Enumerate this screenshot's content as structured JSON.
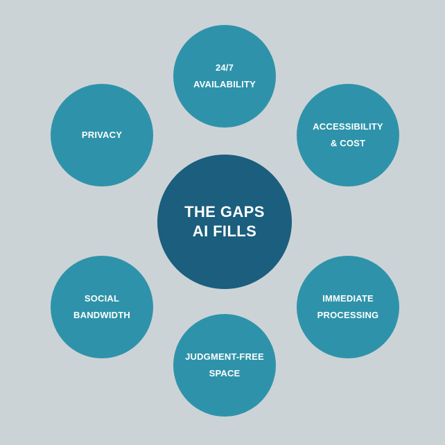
{
  "diagram": {
    "type": "hub-and-spoke",
    "background_color": "#ccd3d6",
    "hub": {
      "label": "THE GAPS\nAI FILLS",
      "color": "#1b5e7e",
      "text_color": "#ffffff"
    },
    "satellite_color": "#2e93aa",
    "satellite_text_color": "#ffffff",
    "satellites": [
      {
        "label": "24/7\nAVAILABILITY",
        "position": "top"
      },
      {
        "label": "ACCESSIBILITY\n& COST",
        "position": "top-right"
      },
      {
        "label": "IMMEDIATE\nPROCESSING",
        "position": "bottom-right"
      },
      {
        "label": "JUDGMENT-FREE\nSPACE",
        "position": "bottom"
      },
      {
        "label": "SOCIAL\nBANDWIDTH",
        "position": "bottom-left"
      },
      {
        "label": "PRIVACY",
        "position": "left"
      }
    ]
  }
}
